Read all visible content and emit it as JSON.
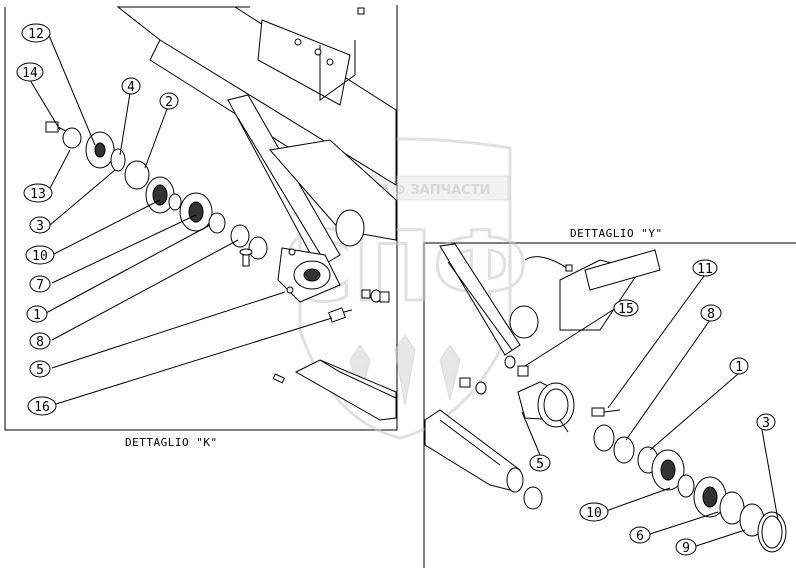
{
  "captions": {
    "detail_k": "DETTAGLIO \"K\"",
    "detail_y": "DETTAGLIO \"Y\""
  },
  "watermark": {
    "text": "ТЕХНИКА ⚙ ЗАПЧАСТИ",
    "logo": "СПФ"
  },
  "callouts_k": [
    {
      "id": "k12",
      "label": "12"
    },
    {
      "id": "k14",
      "label": "14"
    },
    {
      "id": "k4",
      "label": "4"
    },
    {
      "id": "k2",
      "label": "2"
    },
    {
      "id": "k13",
      "label": "13"
    },
    {
      "id": "k3",
      "label": "3"
    },
    {
      "id": "k10",
      "label": "10"
    },
    {
      "id": "k7",
      "label": "7"
    },
    {
      "id": "k1",
      "label": "1"
    },
    {
      "id": "k8",
      "label": "8"
    },
    {
      "id": "k5",
      "label": "5"
    },
    {
      "id": "k16",
      "label": "16"
    }
  ],
  "callouts_y": [
    {
      "id": "y11",
      "label": "11"
    },
    {
      "id": "y8",
      "label": "8"
    },
    {
      "id": "y1",
      "label": "1"
    },
    {
      "id": "y15",
      "label": "15"
    },
    {
      "id": "y3",
      "label": "3"
    },
    {
      "id": "y5",
      "label": "5"
    },
    {
      "id": "y10",
      "label": "10"
    },
    {
      "id": "y6",
      "label": "6"
    },
    {
      "id": "y9",
      "label": "9"
    }
  ]
}
